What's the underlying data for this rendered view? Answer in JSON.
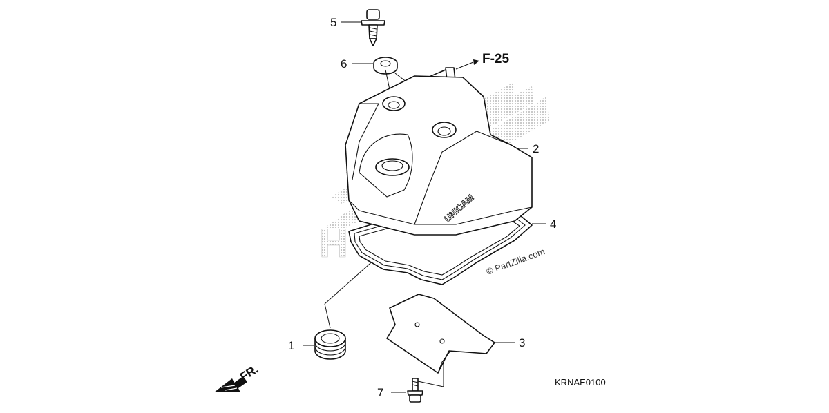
{
  "callouts": [
    {
      "label": "1",
      "part": "cap-seal"
    },
    {
      "label": "2",
      "part": "cylinder-head-cover"
    },
    {
      "label": "3",
      "part": "heat-shield-plate"
    },
    {
      "label": "4",
      "part": "cover-gasket"
    },
    {
      "label": "5",
      "part": "bolt"
    },
    {
      "label": "6",
      "part": "rubber-washer"
    },
    {
      "label": "7",
      "part": "flange-bolt"
    }
  ],
  "reference": "F-25",
  "cover_text": "UNICAM",
  "direction_label": "FR.",
  "watermark": "© PartZilla.com",
  "diagram_code": "KRNAE0100",
  "brand_watermark": "HONDA",
  "colors": {
    "ink": "#111111",
    "watermark": "#cfcfcf",
    "background": "#ffffff"
  }
}
